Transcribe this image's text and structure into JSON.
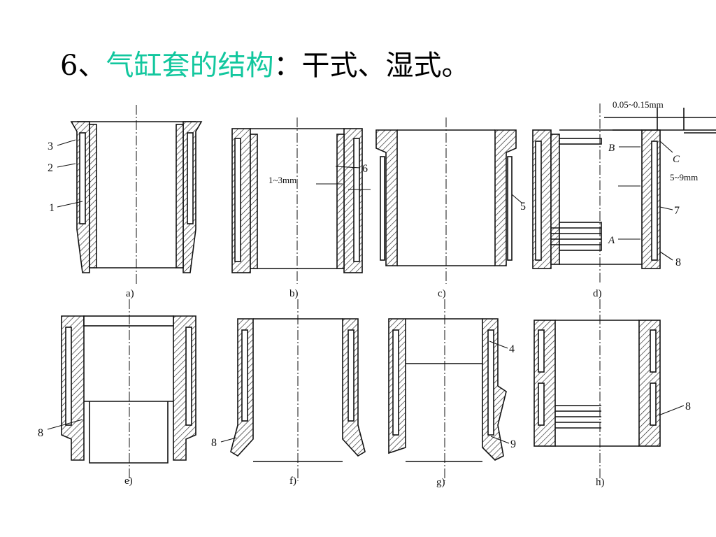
{
  "title": {
    "number": "6、",
    "topic": "气缸套的结构",
    "colon": "：",
    "rest": "干式、湿式。",
    "highlight_color": "#12c79e"
  },
  "figure": {
    "panels": {
      "a": "a)",
      "b": "b)",
      "c": "c)",
      "d": "d)",
      "e": "e)",
      "f": "f)",
      "g": "g)",
      "h": "h)"
    },
    "callouts": {
      "n1": "1",
      "n2": "2",
      "n3": "3",
      "n4": "4",
      "n5": "5",
      "n6": "6",
      "n7": "7",
      "n8": "8",
      "n9": "9",
      "B": "B",
      "C": "C",
      "A": "A"
    },
    "dimensions": {
      "gap_b": "1~3mm",
      "gap_d_top": "0.05~0.15mm",
      "gap_d_side": "5~9mm"
    }
  }
}
